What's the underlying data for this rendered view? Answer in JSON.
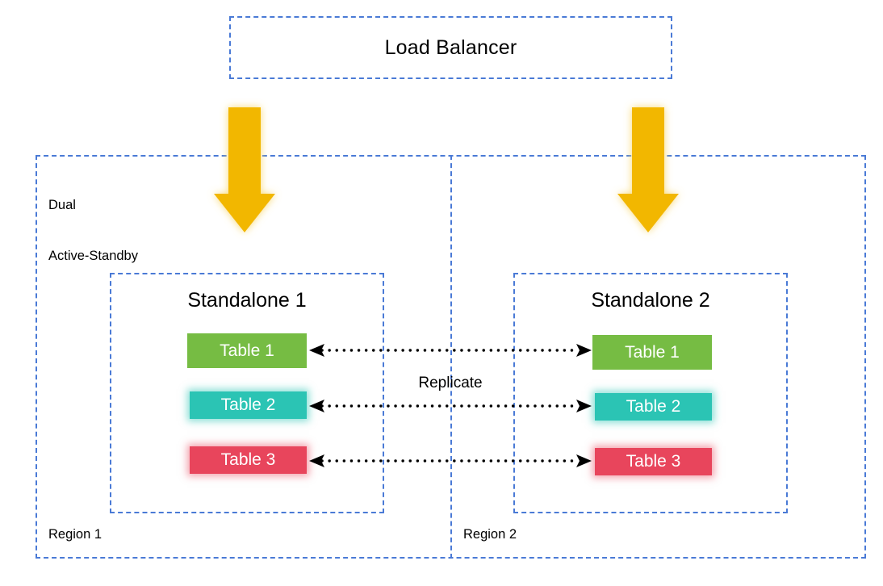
{
  "diagram": {
    "title": "Dual Active-Standby multi-region database replication architecture",
    "load_balancer": {
      "label": "Load Balancer"
    },
    "outer_region": {
      "label_line_1": "Dual",
      "label_line_2": "Active-Standby",
      "label": "Dual\nActive-Standby"
    },
    "regions": [
      {
        "id": "region-1",
        "label": "Region 1"
      },
      {
        "id": "region-2",
        "label": "Region 2"
      }
    ],
    "standalones": [
      {
        "id": "standalone-1",
        "title": "Standalone 1",
        "tables": [
          {
            "label": "Table 1",
            "color": "#76bc43"
          },
          {
            "label": "Table 2",
            "color": "#2bc4b4"
          },
          {
            "label": "Table 3",
            "color": "#e8455c"
          }
        ]
      },
      {
        "id": "standalone-2",
        "title": "Standalone 2",
        "tables": [
          {
            "label": "Table 1",
            "color": "#76bc43"
          },
          {
            "label": "Table 2",
            "color": "#2bc4b4"
          },
          {
            "label": "Table 3",
            "color": "#e8455c"
          }
        ]
      }
    ],
    "replication": {
      "label": "Replicate",
      "direction": "bidirectional",
      "line_style": "dotted",
      "color": "#000000"
    },
    "traffic_arrows": [
      {
        "id": "arrow-to-standalone-1",
        "direction": "down",
        "color": "#f2b705"
      },
      {
        "id": "arrow-to-standalone-2",
        "direction": "down",
        "color": "#f2b705"
      }
    ],
    "colors": {
      "dashed_border": "#4a7ad6",
      "arrow_yellow": "#f2b705",
      "table_green": "#76bc43",
      "table_teal": "#2bc4b4",
      "table_red": "#e8455c",
      "text": "#000000",
      "background": "#ffffff"
    }
  }
}
